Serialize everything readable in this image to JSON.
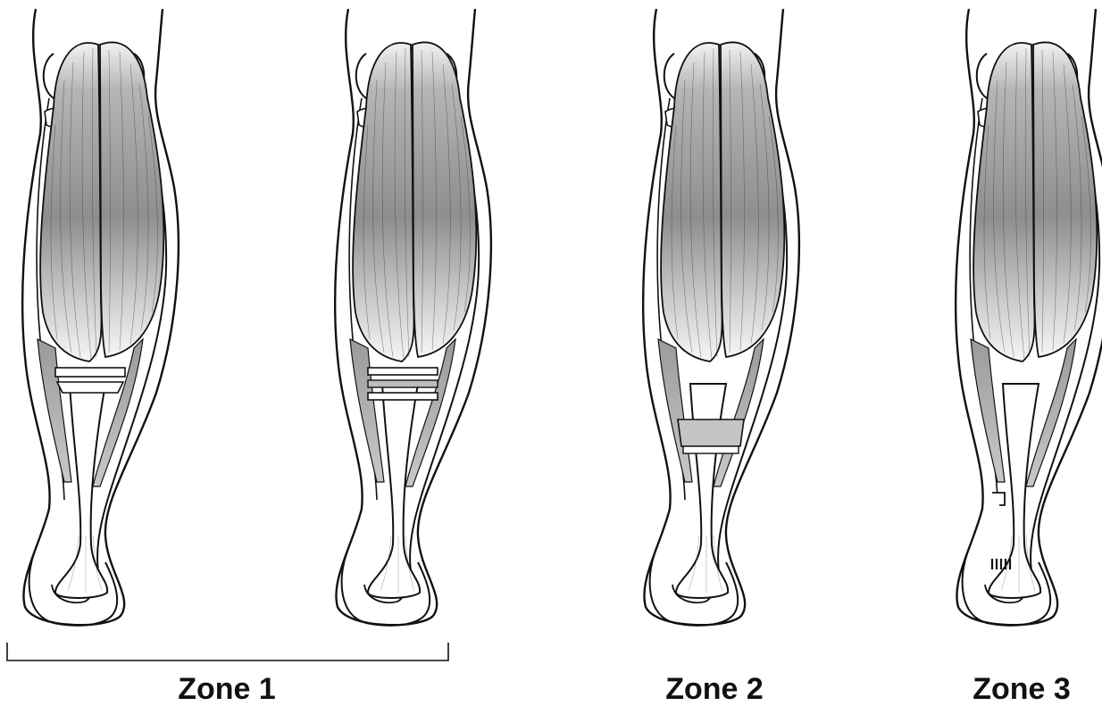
{
  "zones": [
    {
      "label": "Zone 1"
    },
    {
      "label": "Zone 2"
    },
    {
      "label": "Zone 3"
    }
  ],
  "colors": {
    "outline": "#111111",
    "muscle_dark": "#8e8e8e",
    "muscle_light": "#ececec",
    "tendon": "#ffffff",
    "background": "#ffffff"
  }
}
